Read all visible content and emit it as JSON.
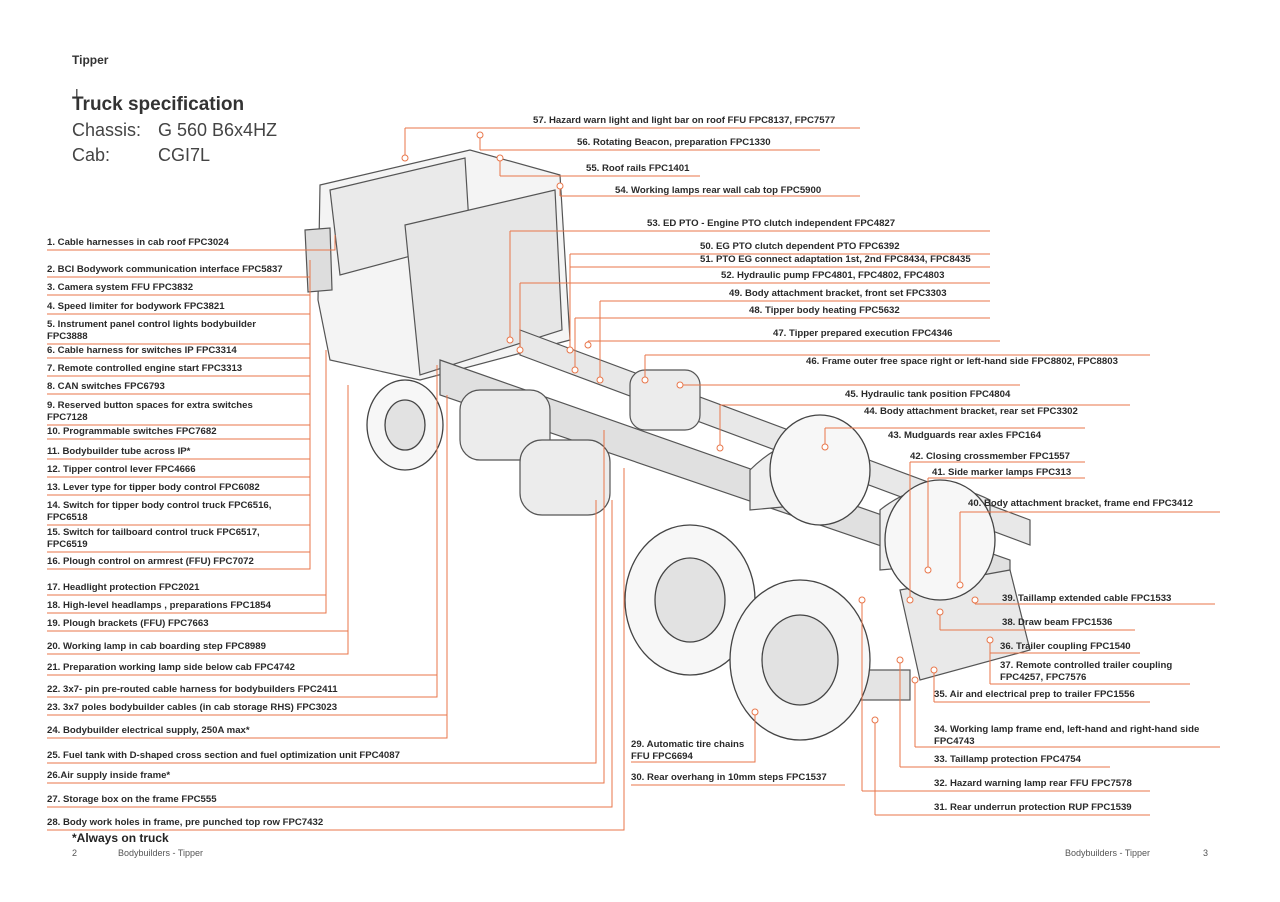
{
  "header": {
    "section": "Tipper",
    "title": "Truck specification",
    "chassis_label": "Chassis:",
    "chassis_value": "G 560 B6x4HZ",
    "cab_label": "Cab:",
    "cab_value": "CGI7L"
  },
  "colors": {
    "leader": "#e8764a",
    "text": "#2a2a2a"
  },
  "labels_left": [
    "1. Cable harnesses in cab roof FPC3024",
    "2. BCI Bodywork communication interface FPC5837",
    "3. Camera system FFU FPC3832",
    "4. Speed limiter for bodywork FPC3821",
    "5. Instrument panel control lights bodybuilder\nFPC3888",
    "6. Cable harness for switches IP FPC3314",
    "7. Remote controlled engine start FPC3313",
    "8. CAN switches FPC6793",
    "9. Reserved button spaces for extra switches\nFPC7128",
    "10. Programmable switches FPC7682",
    "11. Bodybuilder tube across IP*",
    "12. Tipper control lever FPC4666",
    "13. Lever type for tipper body control FPC6082",
    "14. Switch for tipper body control truck FPC6516,\nFPC6518",
    "15. Switch for tailboard control truck FPC6517,\nFPC6519",
    "16. Plough control on armrest (FFU) FPC7072",
    "17. Headlight protection FPC2021",
    "18. High-level headlamps , preparations FPC1854",
    "19. Plough brackets (FFU) FPC7663",
    "20. Working lamp in cab boarding step FPC8989",
    "21. Preparation working lamp side below cab FPC4742",
    "22. 3x7- pin pre-routed cable harness for bodybuilders FPC2411",
    "23. 3x7 poles bodybuilder cables (in cab storage RHS) FPC3023",
    "24. Bodybuilder electrical supply, 250A max*",
    "25. Fuel tank with D-shaped cross section and fuel optimization unit FPC4087",
    "26.Air supply inside frame*",
    "27. Storage box on the frame FPC555",
    "28. Body work holes in frame, pre punched top row FPC7432"
  ],
  "labels_right": [
    "57. Hazard warn light and light bar on roof FFU FPC8137, FPC7577",
    "56. Rotating Beacon, preparation FPC1330",
    "55. Roof rails FPC1401",
    "54. Working lamps rear wall cab top FPC5900",
    "53. ED PTO - Engine PTO clutch independent FPC4827",
    "50. EG PTO clutch dependent PTO FPC6392",
    "51. PTO EG connect adaptation 1st, 2nd FPC8434, FPC8435",
    "52. Hydraulic pump FPC4801, FPC4802, FPC4803",
    "49. Body attachment bracket, front set FPC3303",
    "48. Tipper body heating FPC5632",
    "47. Tipper prepared execution FPC4346",
    "46. Frame outer free space right or left-hand side FPC8802, FPC8803",
    "45. Hydraulic tank position FPC4804",
    "44. Body attachment bracket, rear set FPC3302",
    "43. Mudguards rear axles FPC164",
    "42. Closing crossmember FPC1557",
    "41. Side marker lamps FPC313",
    "40. Body attachment bracket, frame end FPC3412",
    "39. Taillamp extended cable FPC1533",
    "38. Draw beam FPC1536",
    "36. Trailer coupling FPC1540",
    "37. Remote controlled trailer coupling\nFPC4257, FPC7576",
    "35. Air and electrical prep to trailer FPC1556",
    "34. Working lamp frame end, left-hand and right-hand side\nFPC4743",
    "33. Taillamp protection FPC4754",
    "32. Hazard warning lamp rear FFU FPC7578",
    "31. Rear underrun protection RUP FPC1539",
    "29. Automatic tire chains\nFFU FPC6694",
    "30. Rear overhang in 10mm steps FPC1537"
  ],
  "footer": {
    "note": "*Always on truck",
    "left_page": "2",
    "left_text": "Bodybuilders - Tipper",
    "right_text": "Bodybuilders - Tipper",
    "right_page": "3"
  }
}
